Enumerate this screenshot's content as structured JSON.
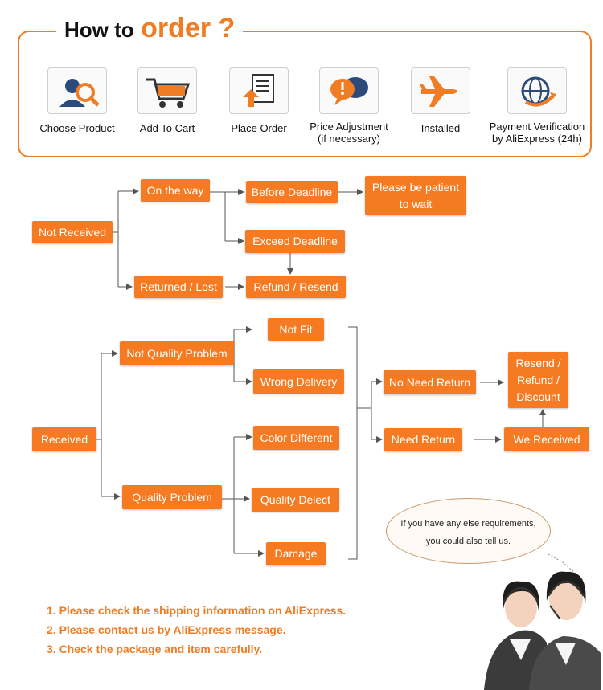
{
  "header": {
    "title_prefix": "How to",
    "title_main": "order ?"
  },
  "steps": [
    {
      "icon": "search-person-icon",
      "label": "Choose Product"
    },
    {
      "icon": "shopping-cart-icon",
      "label": "Add To Cart"
    },
    {
      "icon": "document-upload-icon",
      "label": "Place Order"
    },
    {
      "icon": "chat-bubbles-icon",
      "label": "Price Adjustment\n(if necessary)"
    },
    {
      "icon": "airplane-icon",
      "label": "Installed"
    },
    {
      "icon": "globe-icon",
      "label": "Payment Verification\nby AliExpress (24h)"
    }
  ],
  "flow": {
    "not_received": "Not Received",
    "on_the_way": "On the way",
    "returned_lost": "Returned / Lost",
    "before_deadline": "Before Deadline",
    "please_wait": "Please be patient\nto wait",
    "exceed_deadline": "Exceed Deadline",
    "refund_resend": "Refund / Resend",
    "received": "Received",
    "not_quality_problem": "Not Quality Problem",
    "quality_problem": "Quality Problem",
    "not_fit": "Not Fit",
    "wrong_delivery": "Wrong Delivery",
    "color_different": "Color Different",
    "quality_defect": "Quality Delect",
    "damage": "Damage",
    "no_need_return": "No Need Return",
    "need_return": "Need Return",
    "resend_refund_discount": "Resend /\nRefund /\nDiscount",
    "we_received": "We Received"
  },
  "bubble": {
    "line1": "If you have any else requirements,",
    "line2": "you could also tell us."
  },
  "notes": [
    "1. Please check the shipping information on AliExpress.",
    "2. Please contact us by AliExpress message.",
    "3. Check the package and item carefully."
  ],
  "colors": {
    "accent": "#f57a21",
    "frame": "#f07c24",
    "line": "#555555"
  }
}
